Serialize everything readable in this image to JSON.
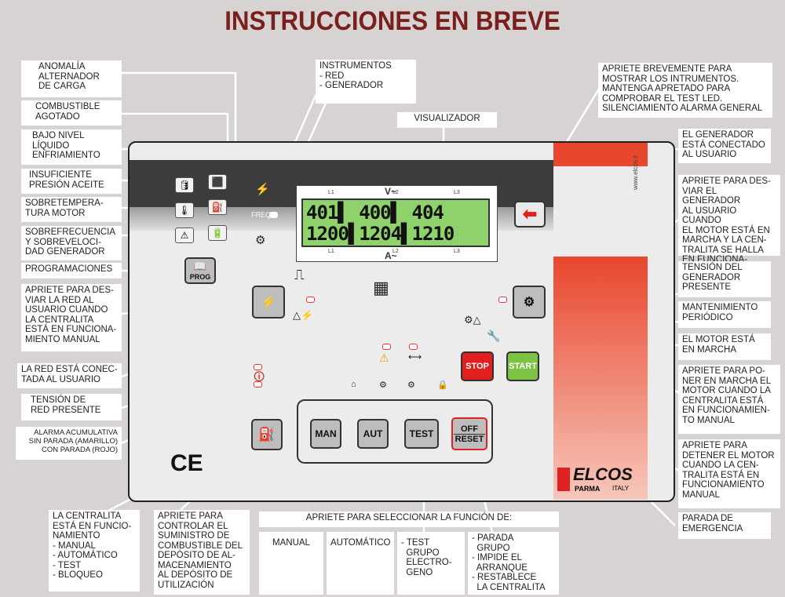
{
  "title": "INSTRUCCIONES EN BREVE",
  "labels": {
    "anomalia": "ANOMALÍA\nALTERNADOR\nDE CARGA",
    "combustible": "COMBUSTIBLE\nAGOTADO",
    "bajo_nivel": "BAJO NIVEL\nLÍQUIDO\nENFRIAMIENTO",
    "insuficiente": "INSUFICIENTE\nPRESIÓN ACEITE",
    "sobretemp": "SOBRETEMPERA-\nTURA MOTOR",
    "sobrefrec": "SOBREFRECUENCIA\nY SOBREVELOCI-\nDAD GENERADOR",
    "programaciones": "PROGRAMACIONES",
    "desviar_red": "APRIETE PARA DES-\nVIAR LA RED AL\nUSUARIO CUANDO\nLA CENTRALITA\nESTÁ EN FUNCIONA-\nMIENTO MANUAL",
    "red_conectada": "LA RED ESTÁ CONEC-\nTADA AL USUARIO",
    "tension_red": "TENSIÓN DE\nRED PRESENTE",
    "alarma": "ALARMA ACUMULATIVA\nSIN PARADA (AMARILLO)\nCON PARADA (ROJO)",
    "centralita": "LA CENTRALITA\nESTÁ EN FUNCIO-\nNAMIENTO\n- MANUAL\n- AUTOMÁTICO\n- TEST\n- BLOQUEO",
    "controlar": "APRIETE PARA\nCONTROLAR EL\nSUMINISTRO DE\nCOMBUSTIBLE DEL\nDEPÓSITO DE AL-\nMACENAMIENTO\nAL DEPÓSITO DE\nUTILIZACIÓN",
    "instrumentos": "INSTRUMENTOS\n- RED\n- GENERADOR",
    "visualizador": "VISUALIZADOR",
    "apriete_brevemente": "APRIETE BREVEMENTE PARA\nMOSTRAR LOS INTRUMENTOS.\nMANTENGA APRETADO PARA\nCOMPROBAR EL TEST LED.\nSILENCIAMIENTO ALARMA GENERAL",
    "generador_conectado": "EL GENERADOR\nESTÁ CONECTADO\nAL USUARIO",
    "desviar_generador": "APRIETE PARA DES-\nVIAR EL GENERADOR\nAL USUARIO CUANDO\nEL MOTOR ESTÁ EN\nMARCHA Y LA CEN-\nTRALITA SE HALLA\nEN FUNCIONA-\nMIENTO MANUAL",
    "tension_generador": "TENSIÓN DEL\nGENERADOR\nPRESENTE",
    "mantenimiento": "MANTENIMIENTO\nPERIÓDICO",
    "motor_marcha": "EL MOTOR ESTÁ\nEN MARCHA",
    "poner_marcha": "APRIETE PARA PO-\nNER EN MARCHA EL\nMOTOR CUANDO LA\nCENTRALITA ESTÁ\nEN FUNCIONAMIEN-\nTO MANUAL",
    "detener": "APRIETE PARA\nDETENER EL MOTOR\nCUANDO LA CEN-\nTRALITA ESTÁ EN\nFUNCIONAMIENTO\nMANUAL",
    "parada": "PARADA DE\nEMERGENCIA",
    "seleccionar": "APRIETE PARA SELECCIONAR LA FUNCIÓN DE:",
    "manual": "MANUAL",
    "automatico": "AUTOMÁTICO",
    "test_grupo": "- TEST\n  GRUPO\n  ELECTRO-\n  GENO",
    "off_reset_desc": "- PARADA\n  GRUPO\n- IMPIDE EL\n  ARRANQUE\n- RESTABLECE\n  LA CENTRALITA"
  },
  "display": {
    "v_label": "V~",
    "a_label": "A~",
    "phase_top": [
      "L1",
      "L2",
      "L3"
    ],
    "phase_bottom": [
      "L1",
      "L2",
      "L3"
    ],
    "row1": "401▌ 400▌ 404",
    "row2": "1200▌1204▌1210"
  },
  "panel": {
    "prog": "PROG",
    "stop": "STOP",
    "start": "START",
    "man": "MAN",
    "aut": "AUT",
    "test": "TEST",
    "off": "OFF",
    "reset": "RESET",
    "ce": "CE",
    "brand": "ELCOS",
    "brand_city": "PARMA",
    "brand_country": "ITALY",
    "url": "www.elcos.it",
    "freq": "FREQ"
  },
  "colors": {
    "title": "#7a1f1c",
    "lcd": "#8fd26b",
    "stop": "#e31e1e",
    "start": "#7dc242",
    "accent_red": "#e8462d"
  }
}
